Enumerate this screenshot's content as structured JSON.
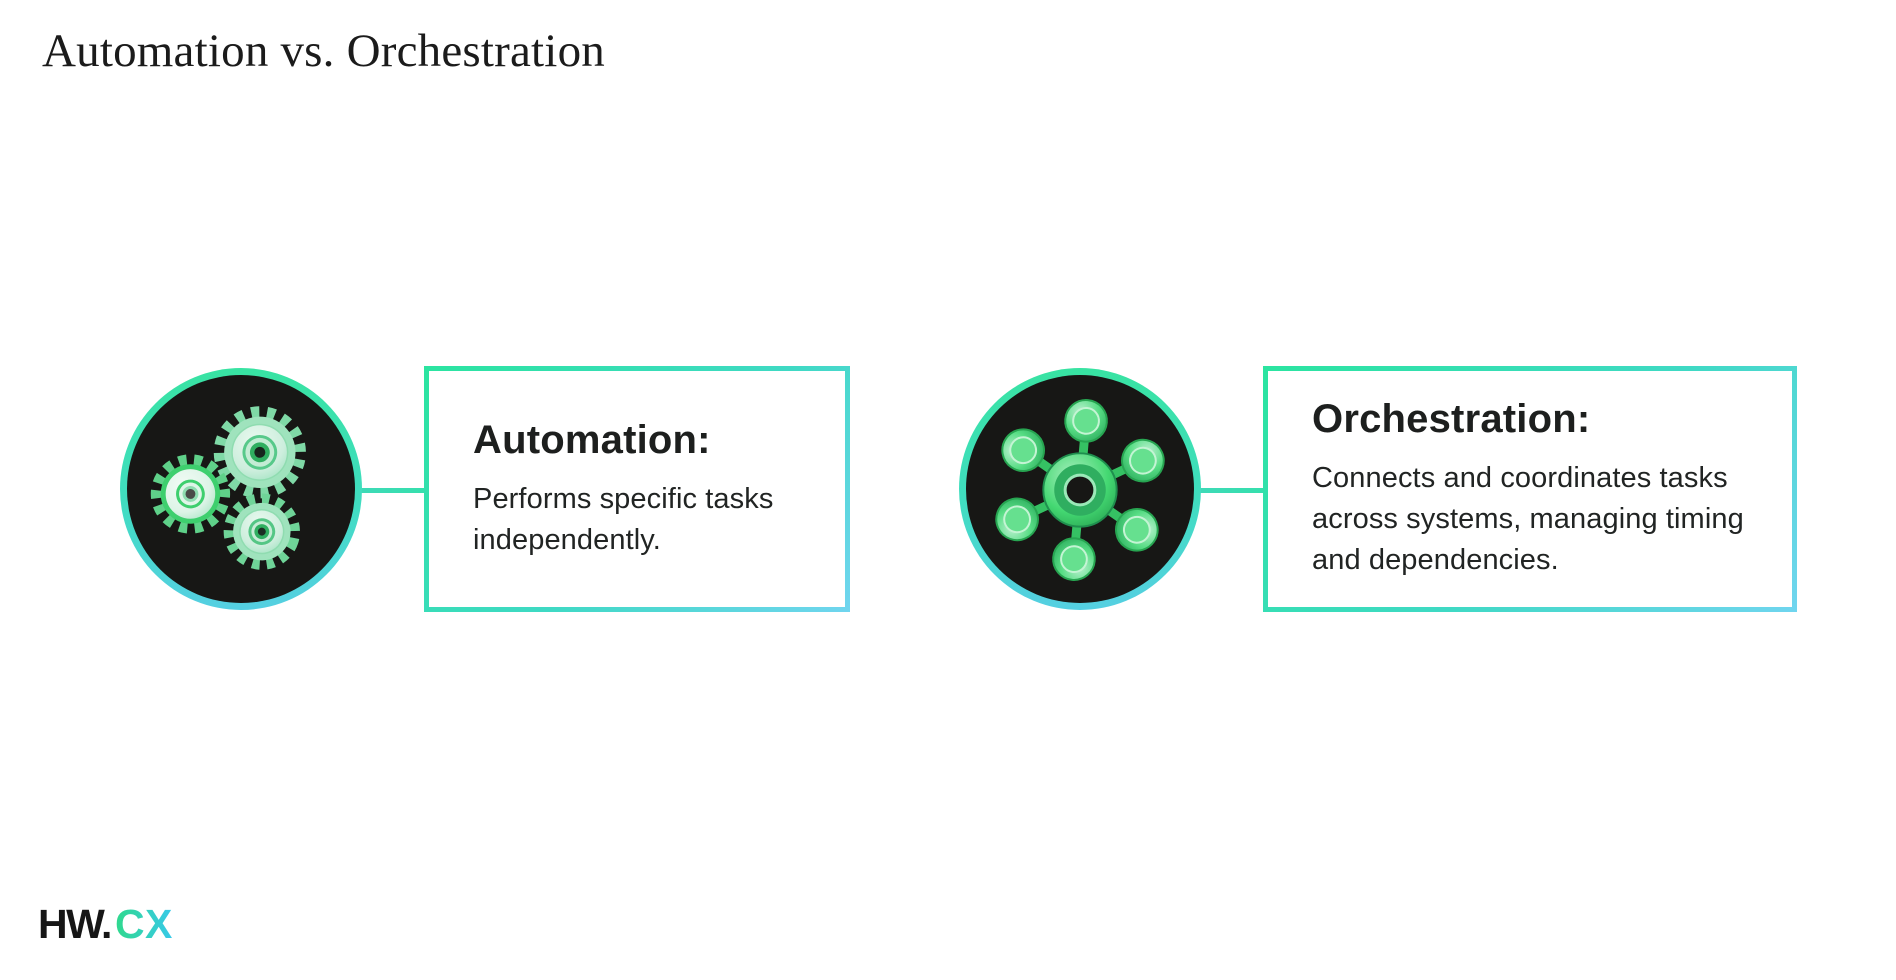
{
  "title": "Automation vs. Orchestration",
  "cards": [
    {
      "icon": "gears-icon",
      "heading": "Automation:",
      "body": [
        "Performs specific tasks",
        "independently."
      ]
    },
    {
      "icon": "hub-network-icon",
      "heading": "Orchestration:",
      "body": [
        "Connects and coordinates tasks",
        "across systems, managing timing",
        "and dependencies."
      ]
    }
  ],
  "logo": {
    "prefix": "HW.",
    "suffix": "CX"
  },
  "colors": {
    "accent_green": "#2be4a0",
    "accent_cyan": "#70d5ef",
    "connector_teal": "#3bdfb3",
    "icon_green": "#3fd277",
    "icon_circle_bg": "#171715",
    "text_dark": "#1d1f1e",
    "title_color": "#1b1b1b",
    "logo_black": "#161616",
    "logo_cx_start": "#2fd98c",
    "logo_cx_end": "#38c9ea",
    "background": "#ffffff"
  }
}
